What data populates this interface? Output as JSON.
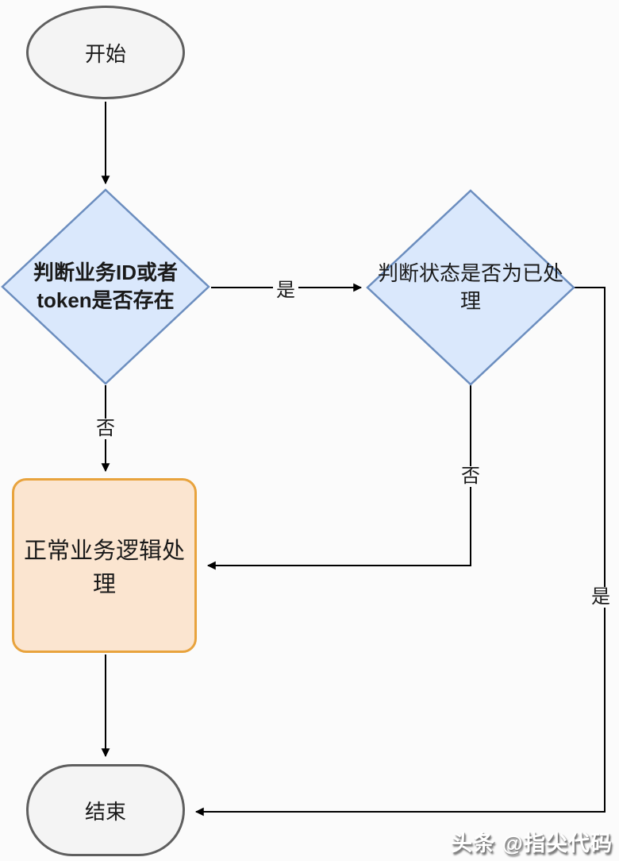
{
  "page": {
    "background_color": "#fbfbfb",
    "watermark": "头条 @指尖代码"
  },
  "flowchart": {
    "nodes": {
      "start": {
        "label": "开始",
        "shape": "ellipse",
        "fill": "#f4f4f4",
        "stroke": "#5f5f5f"
      },
      "check_token": {
        "label": "判断业务ID或者\ntoken是否存在",
        "shape": "diamond",
        "fill": "#dae8fc",
        "stroke": "#6c8ebf"
      },
      "check_status": {
        "label": "判断状态是否为已处\n理",
        "shape": "diamond",
        "fill": "#dae8fc",
        "stroke": "#6c8ebf"
      },
      "process": {
        "label": "正常业务逻辑处理",
        "shape": "rounded-rectangle",
        "fill": "#fbe5d0",
        "stroke": "#e8a33d"
      },
      "end": {
        "label": "结束",
        "shape": "stadium",
        "fill": "#f4f4f4",
        "stroke": "#5f5f5f"
      }
    },
    "edges": [
      {
        "from": "start",
        "to": "check_token",
        "label": ""
      },
      {
        "from": "check_token",
        "to": "check_status",
        "label": "是"
      },
      {
        "from": "check_token",
        "to": "process",
        "label": "否"
      },
      {
        "from": "check_status",
        "to": "process",
        "label": "否"
      },
      {
        "from": "check_status",
        "to": "end",
        "label": "是"
      },
      {
        "from": "process",
        "to": "end",
        "label": ""
      }
    ],
    "edge_color": "#000000"
  }
}
